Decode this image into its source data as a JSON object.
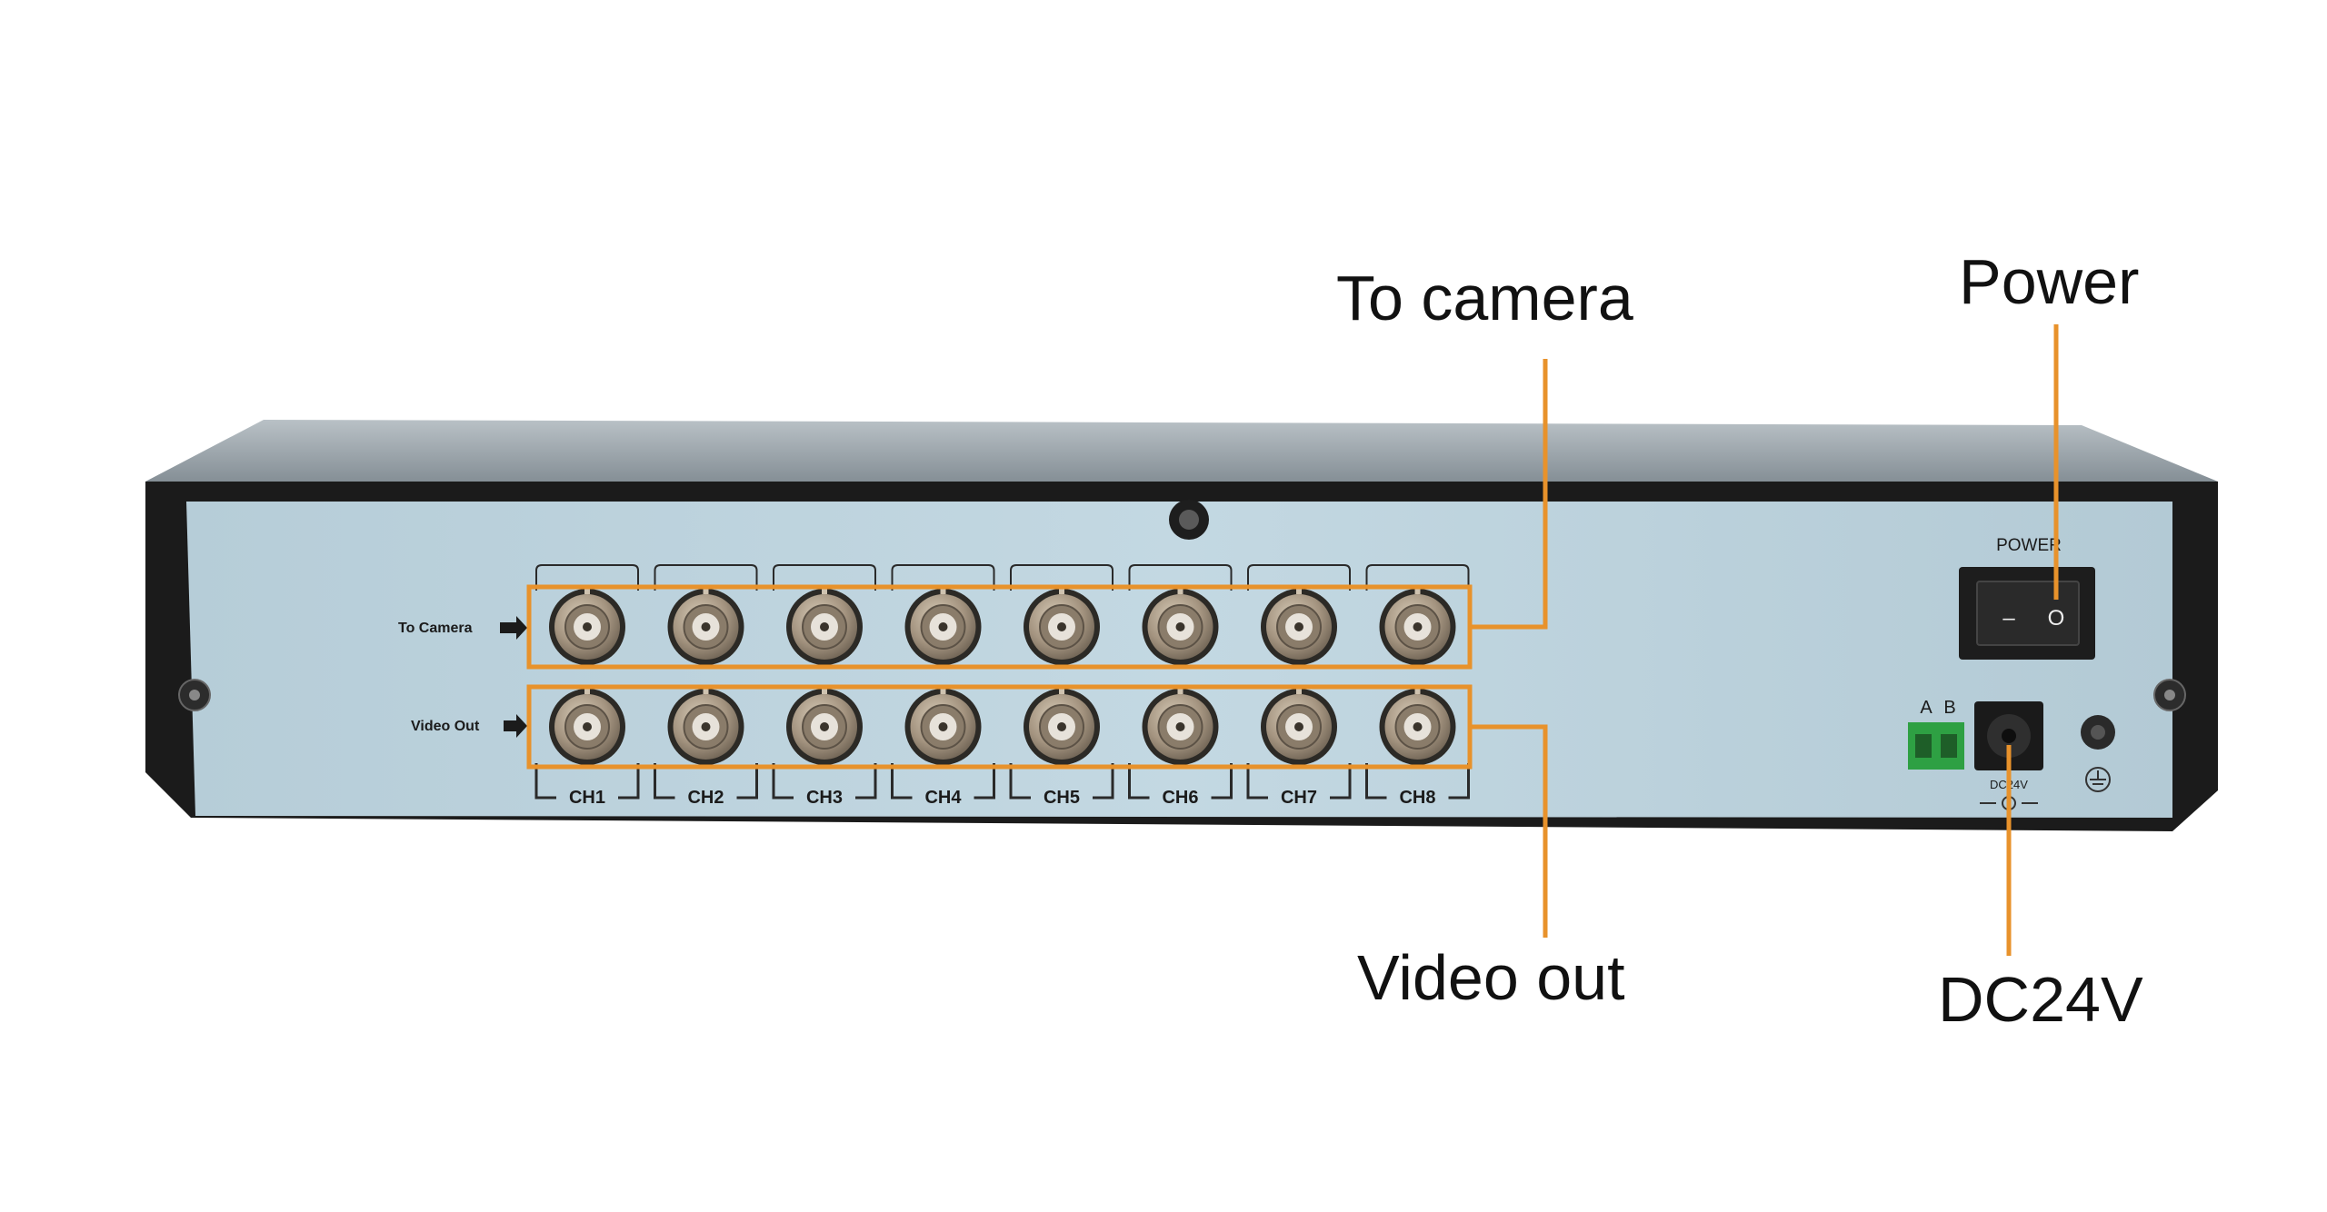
{
  "callouts": {
    "to_camera": "To camera",
    "power": "Power",
    "video_out": "Video out",
    "dc24v": "DC24V"
  },
  "panel": {
    "row_to_camera": "To Camera",
    "row_video_out": "Video Out",
    "power_label": "POWER",
    "switch_on": "–",
    "switch_off": "O",
    "terminal_a": "A",
    "terminal_b": "B",
    "dc_jack_label": "DC24V",
    "channels": [
      "CH1",
      "CH2",
      "CH3",
      "CH4",
      "CH5",
      "CH6",
      "CH7",
      "CH8"
    ]
  },
  "colors": {
    "callout": "#E8922B",
    "panel": "#BCD3DE",
    "chassis_top": "#9FAAB1",
    "chassis_frame": "#1A1A1A",
    "bnc_metal": "#A89983"
  }
}
